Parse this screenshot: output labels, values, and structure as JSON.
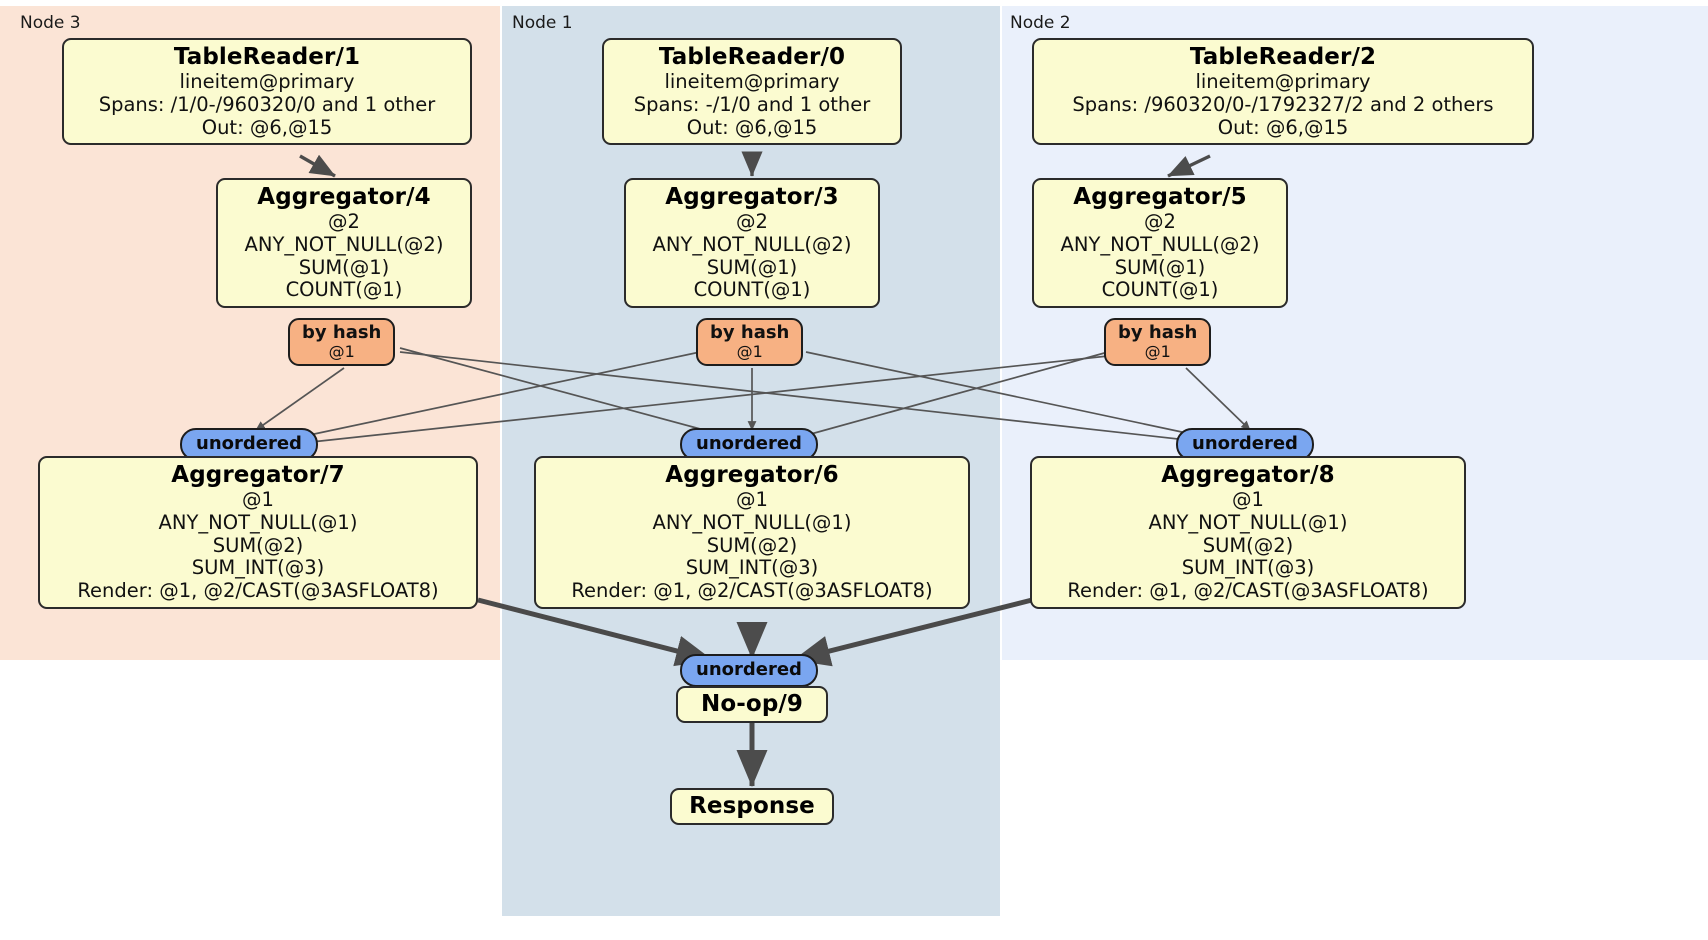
{
  "diagram": {
    "type": "distsql-flow-plan",
    "nodes": [
      {
        "id": "node3",
        "label": "Node 3",
        "color": "#fbe4d6"
      },
      {
        "id": "node1",
        "label": "Node 1",
        "color": "#d3e0ea"
      },
      {
        "id": "node2",
        "label": "Node 2",
        "color": "#eaf0fb"
      }
    ]
  },
  "processors": {
    "table_reader_1": {
      "title": "TableReader/1",
      "l1": "lineitem@primary",
      "l2": "Spans: /1/0-/960320/0 and 1 other",
      "l3": "Out: @6,@15"
    },
    "table_reader_0": {
      "title": "TableReader/0",
      "l1": "lineitem@primary",
      "l2": "Spans: -/1/0 and 1 other",
      "l3": "Out: @6,@15"
    },
    "table_reader_2": {
      "title": "TableReader/2",
      "l1": "lineitem@primary",
      "l2": "Spans: /960320/0-/1792327/2 and 2 others",
      "l3": "Out: @6,@15"
    },
    "aggregator_4": {
      "title": "Aggregator/4",
      "l1": "@2",
      "l2": "ANY_NOT_NULL(@2)",
      "l3": "SUM(@1)",
      "l4": "COUNT(@1)"
    },
    "aggregator_3": {
      "title": "Aggregator/3",
      "l1": "@2",
      "l2": "ANY_NOT_NULL(@2)",
      "l3": "SUM(@1)",
      "l4": "COUNT(@1)"
    },
    "aggregator_5": {
      "title": "Aggregator/5",
      "l1": "@2",
      "l2": "ANY_NOT_NULL(@2)",
      "l3": "SUM(@1)",
      "l4": "COUNT(@1)"
    },
    "aggregator_7": {
      "title": "Aggregator/7",
      "l1": "@1",
      "l2": "ANY_NOT_NULL(@1)",
      "l3": "SUM(@2)",
      "l4": "SUM_INT(@3)",
      "l5": "Render: @1, @2/CAST(@3ASFLOAT8)"
    },
    "aggregator_6": {
      "title": "Aggregator/6",
      "l1": "@1",
      "l2": "ANY_NOT_NULL(@1)",
      "l3": "SUM(@2)",
      "l4": "SUM_INT(@3)",
      "l5": "Render: @1, @2/CAST(@3ASFLOAT8)"
    },
    "aggregator_8": {
      "title": "Aggregator/8",
      "l1": "@1",
      "l2": "ANY_NOT_NULL(@1)",
      "l3": "SUM(@2)",
      "l4": "SUM_INT(@3)",
      "l5": "Render: @1, @2/CAST(@3ASFLOAT8)"
    },
    "noop_9": {
      "title": "No-op/9"
    },
    "response": {
      "title": "Response"
    }
  },
  "routers": {
    "hash_left": {
      "label": "by hash",
      "col": "@1"
    },
    "hash_mid": {
      "label": "by hash",
      "col": "@1"
    },
    "hash_right": {
      "label": "by hash",
      "col": "@1"
    },
    "unord_left": {
      "label": "unordered"
    },
    "unord_mid": {
      "label": "unordered"
    },
    "unord_right": {
      "label": "unordered"
    },
    "unord_final": {
      "label": "unordered"
    }
  },
  "colors": {
    "node3_bg": "#fbe4d6",
    "node1_bg": "#d3e0ea",
    "node2_bg": "#eaf0fb",
    "processor_bg": "#fbfbd0",
    "hash_router_bg": "#f7b183",
    "unordered_router_bg": "#7aa6f0",
    "border": "#2b2b2b",
    "edge_thin": "#555555",
    "edge_thick": "#4a4a4a"
  }
}
